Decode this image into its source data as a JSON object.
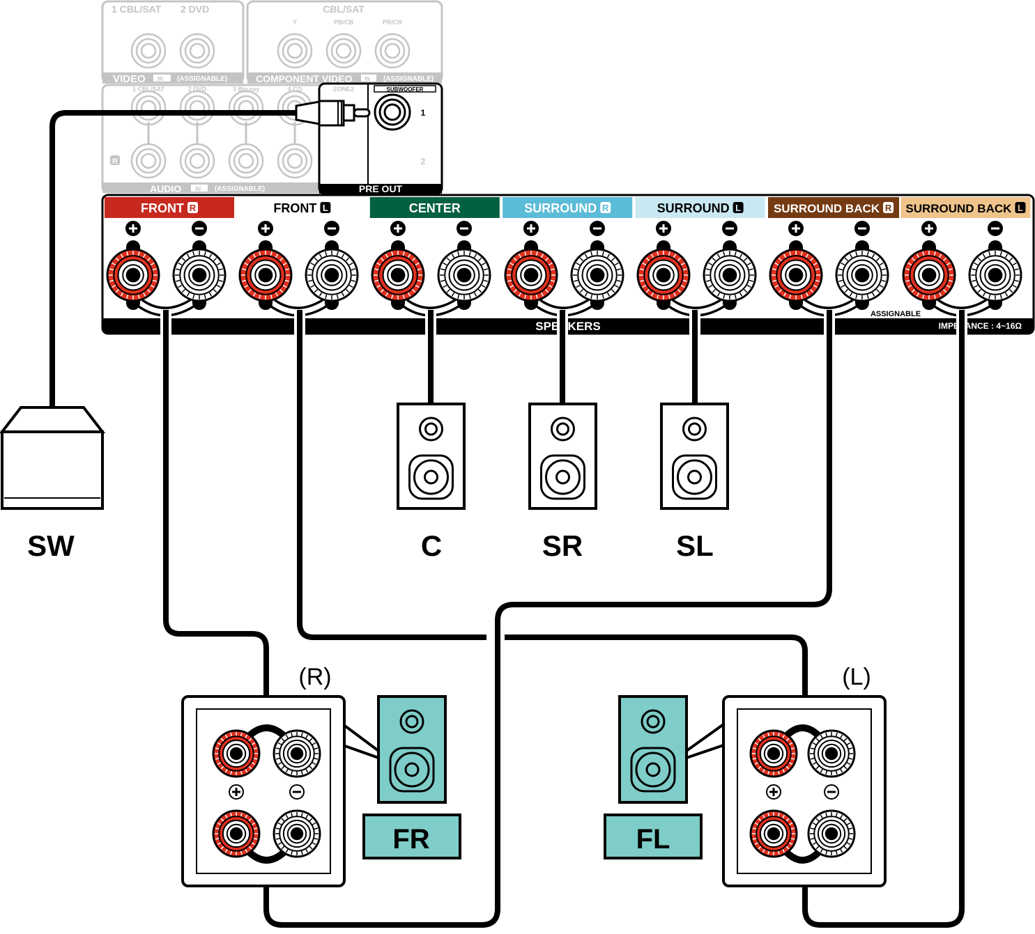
{
  "inputs": {
    "video": {
      "jacks": [
        "1 CBL/SAT",
        "2 DVD"
      ],
      "title": "VIDEO",
      "in": "IN",
      "note": "(ASSIGNABLE)"
    },
    "component": {
      "source": "CBL/SAT",
      "jacks": [
        "Y",
        "PB/CB",
        "PR/CR"
      ],
      "title": "COMPONENT VIDEO",
      "in": "IN",
      "note": "(ASSIGNABLE)"
    },
    "audio": {
      "jacks": [
        "1 CBL/SAT",
        "2 DVD",
        "3 Blu-ray",
        "4 CD"
      ],
      "side": "R",
      "title": "AUDIO",
      "in": "IN",
      "note": "(ASSIGNABLE)"
    },
    "preout": {
      "zone": "ZONE2",
      "subwoofer": "SUBWOOFER",
      "one": "1",
      "two": "2",
      "title": "PRE OUT"
    }
  },
  "speakers_panel": {
    "channels": [
      {
        "label": "FRONT",
        "side": "R",
        "color": "#c8291f",
        "text": "#ffffff"
      },
      {
        "label": "FRONT",
        "side": "L",
        "color": "#ffffff",
        "text": "#000000"
      },
      {
        "label": "CENTER",
        "side": "",
        "color": "#04613f",
        "text": "#ffffff"
      },
      {
        "label": "SURROUND",
        "side": "R",
        "color": "#5bbcd8",
        "text": "#ffffff"
      },
      {
        "label": "SURROUND",
        "side": "L",
        "color": "#c9e8f2",
        "text": "#000000"
      },
      {
        "label": "SURROUND BACK",
        "side": "R",
        "color": "#743a12",
        "text": "#ffffff"
      },
      {
        "label": "SURROUND BACK",
        "side": "L",
        "color": "#efc48b",
        "text": "#000000"
      }
    ],
    "speakers_title": "SPEAKERS",
    "assignable": "ASSIGNABLE",
    "impedance": "IMPEDANCE : 4~16Ω"
  },
  "labels": {
    "sw": "SW",
    "c": "C",
    "sr": "SR",
    "sl": "SL",
    "fr": "FR",
    "fl": "FL",
    "r_side": "(R)",
    "l_side": "(L)"
  },
  "colors": {
    "red": "#e0301e",
    "teal": "#7fcdc8",
    "grey": "#c4c4c4"
  }
}
